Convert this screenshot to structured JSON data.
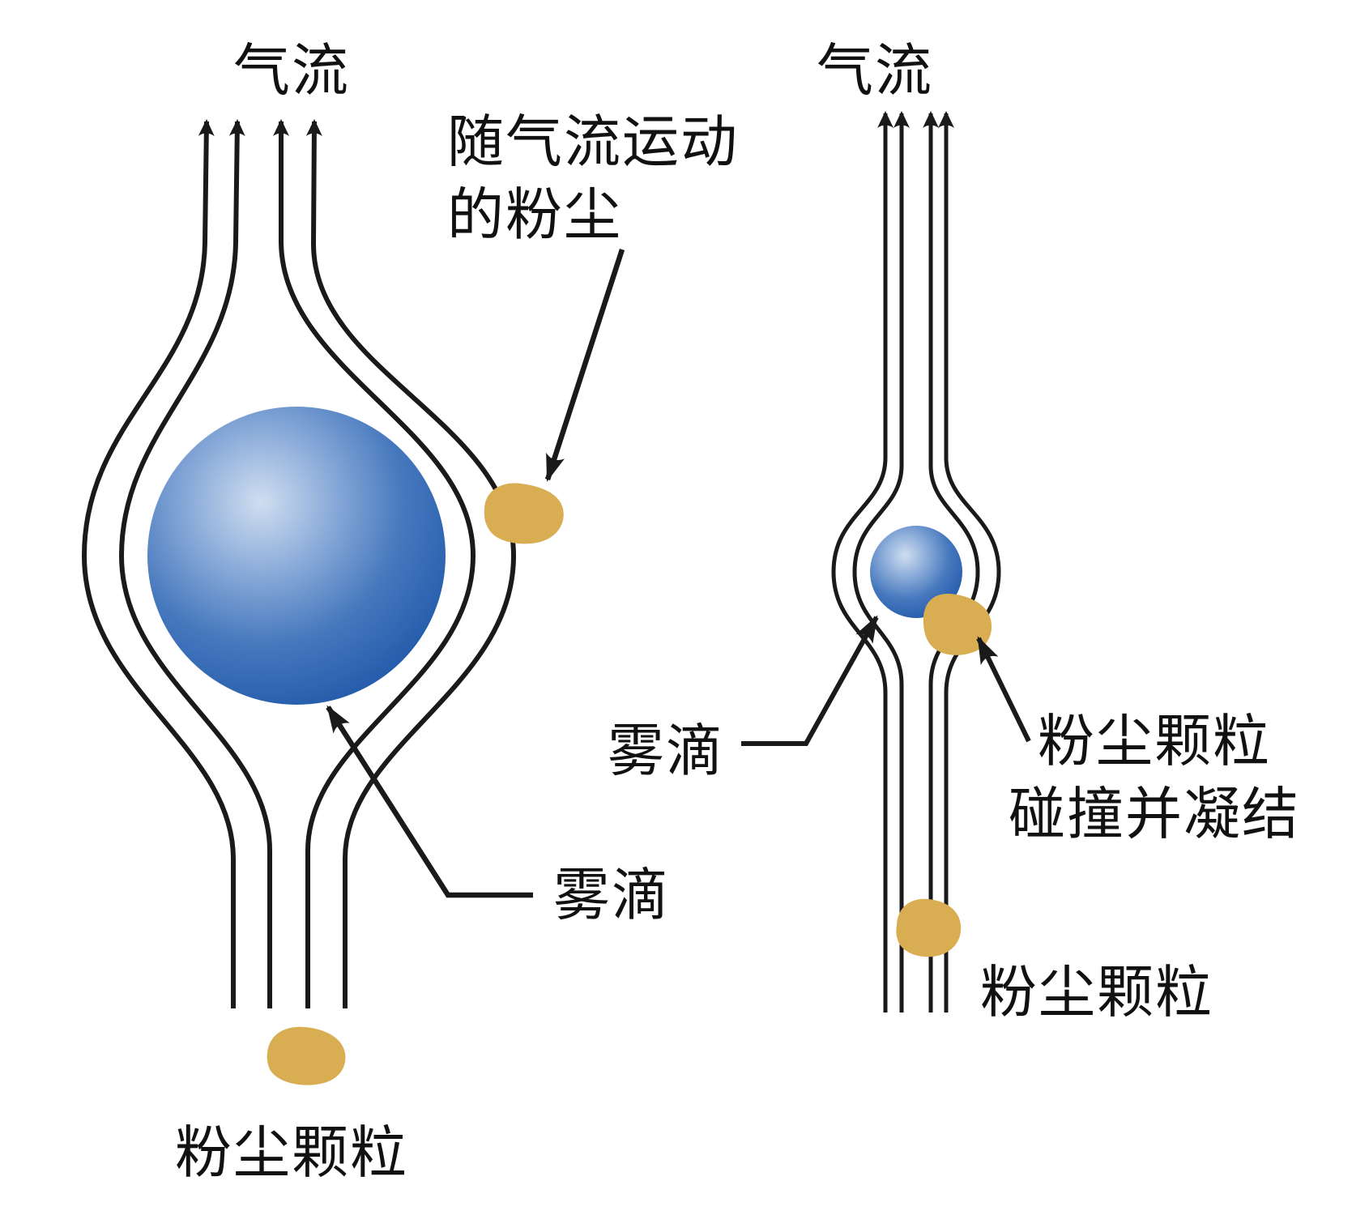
{
  "left": {
    "airflow": "气流",
    "moving_dust_line1": "随气流运动",
    "moving_dust_line2": "的粉尘",
    "droplet": "雾滴",
    "dust_particle": "粉尘颗粒"
  },
  "right": {
    "airflow": "气流",
    "droplet": "雾滴",
    "collision_line1": "粉尘颗粒",
    "collision_line2": "碰撞并凝结",
    "dust_particle": "粉尘颗粒"
  },
  "colors": {
    "background": "#ffffff",
    "line": "#1a1a1a",
    "text": "#111111",
    "dust": "#d9ad52",
    "droplet_highlight": "#d0def0",
    "droplet_light": "#8aabd9",
    "droplet_mid": "#4678bd",
    "droplet_deep": "#2a61af",
    "droplet_edge": "#1c52a2"
  }
}
